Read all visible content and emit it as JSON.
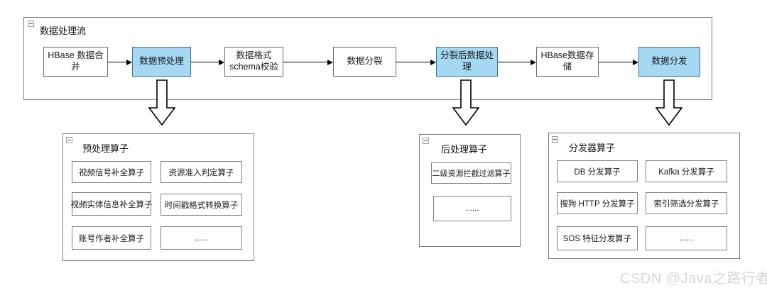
{
  "flow": {
    "title": "数据处理流",
    "nodes": [
      {
        "label": "HBase 数据合并",
        "highlighted": false
      },
      {
        "label": "数据预处理",
        "highlighted": true
      },
      {
        "label": "数据格式 schema校验",
        "highlighted": false
      },
      {
        "label": "数据分裂",
        "highlighted": false
      },
      {
        "label": "分裂后数据处理",
        "highlighted": true
      },
      {
        "label": "HBase数据存储",
        "highlighted": false
      },
      {
        "label": "数据分发",
        "highlighted": true
      }
    ]
  },
  "groups": [
    {
      "title": "预处理算子",
      "items": [
        "视频信号补全算子",
        "资源准入判定算子",
        "视频实体信息补全算子",
        "时间戳格式转换算子",
        "账号作者补全算子",
        "......"
      ]
    },
    {
      "title": "后处理算子",
      "items": [
        "二级资源拦截过滤算子",
        "......"
      ]
    },
    {
      "title": "分发器算子",
      "items": [
        "DB 分发算子",
        "Kafka 分发算子",
        "搜狗 HTTP 分发算子",
        "索引筛选分发算子",
        "SOS 特征分发算子",
        "......"
      ]
    }
  ],
  "watermark": {
    "text": "CSDN @Java之路行者",
    "color": "#d8d8d8"
  },
  "colors": {
    "highlight_fill": "#a5d8f3",
    "highlight_border": "#41719c",
    "box_border": "#7f7f7f",
    "text": "#1a1a1a"
  }
}
